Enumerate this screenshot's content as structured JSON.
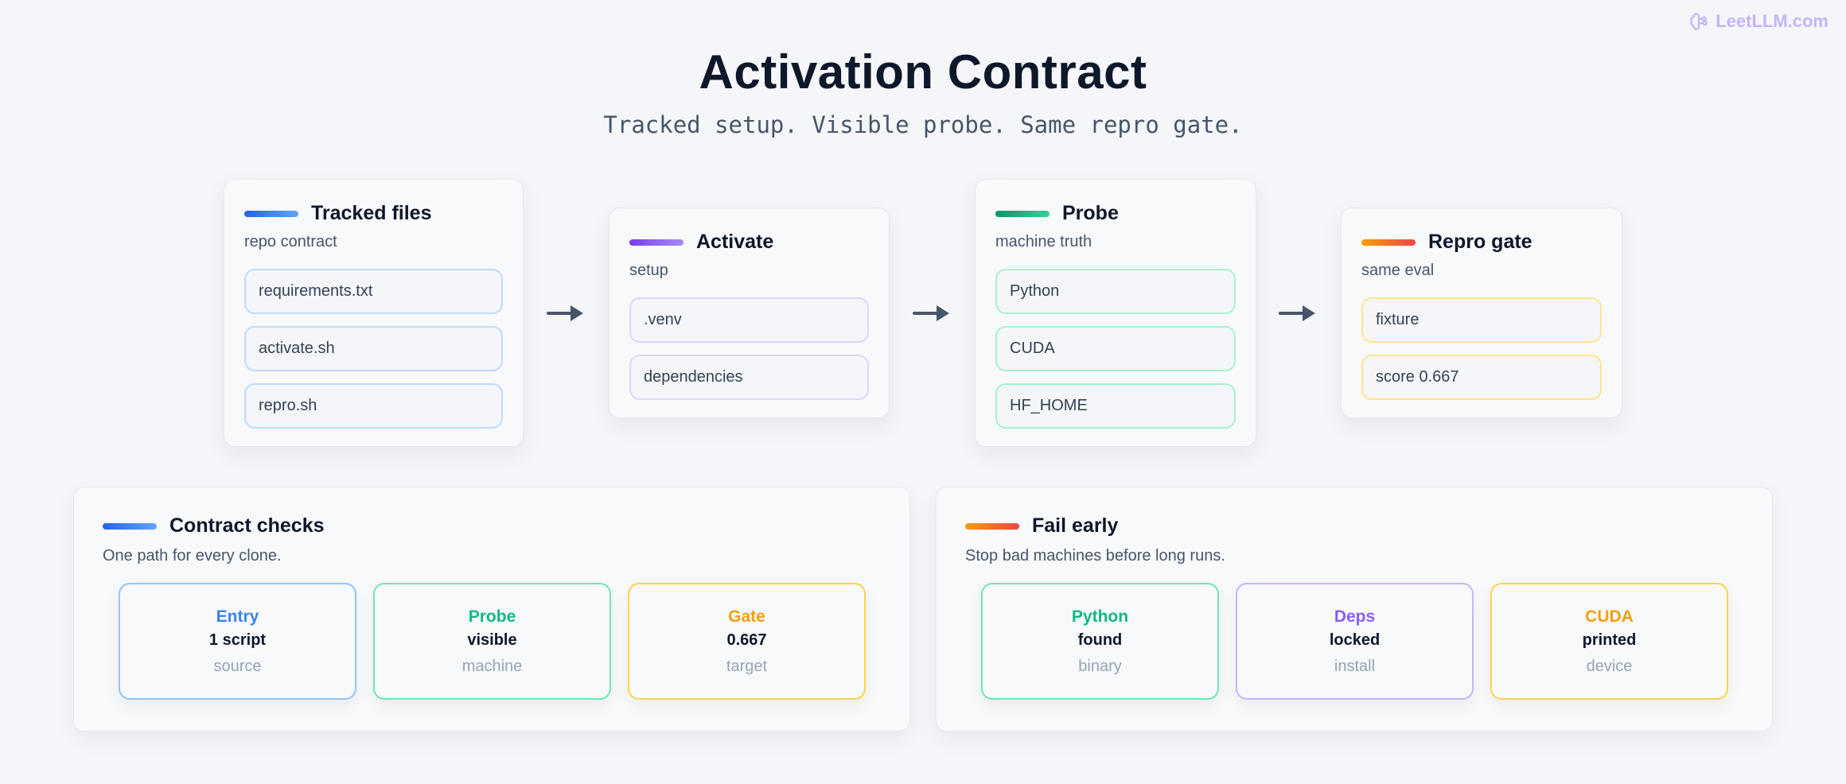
{
  "brand": {
    "text": "LeetLLM.com",
    "icon": "brain-icon"
  },
  "title": "Activation Contract",
  "subtitle": "Tracked setup. Visible probe. Same repro gate.",
  "colors": {
    "blue": "#3b82f6",
    "purple": "#8b5cf6",
    "green": "#10b981",
    "orange": "#f97316",
    "amber": "#f59e0b",
    "brand": "#c4b5fd",
    "arrow": "#475569"
  },
  "stages": [
    {
      "title": "Tracked files",
      "sub": "repo contract",
      "items": [
        "requirements.txt",
        "activate.sh",
        "repro.sh"
      ]
    },
    {
      "title": "Activate",
      "sub": "setup",
      "items": [
        ".venv",
        "dependencies"
      ]
    },
    {
      "title": "Probe",
      "sub": "machine truth",
      "items": [
        "Python",
        "CUDA",
        "HF_HOME"
      ]
    },
    {
      "title": "Repro gate",
      "sub": "same eval",
      "items": [
        "fixture",
        "score 0.667"
      ]
    }
  ],
  "panels": [
    {
      "title": "Contract checks",
      "sub": "One path for every clone.",
      "tiles": [
        {
          "label": "Entry",
          "value": "1 script",
          "note": "source"
        },
        {
          "label": "Probe",
          "value": "visible",
          "note": "machine"
        },
        {
          "label": "Gate",
          "value": "0.667",
          "note": "target"
        }
      ]
    },
    {
      "title": "Fail early",
      "sub": "Stop bad machines before long runs.",
      "tiles": [
        {
          "label": "Python",
          "value": "found",
          "note": "binary"
        },
        {
          "label": "Deps",
          "value": "locked",
          "note": "install"
        },
        {
          "label": "CUDA",
          "value": "printed",
          "note": "device"
        }
      ]
    }
  ]
}
